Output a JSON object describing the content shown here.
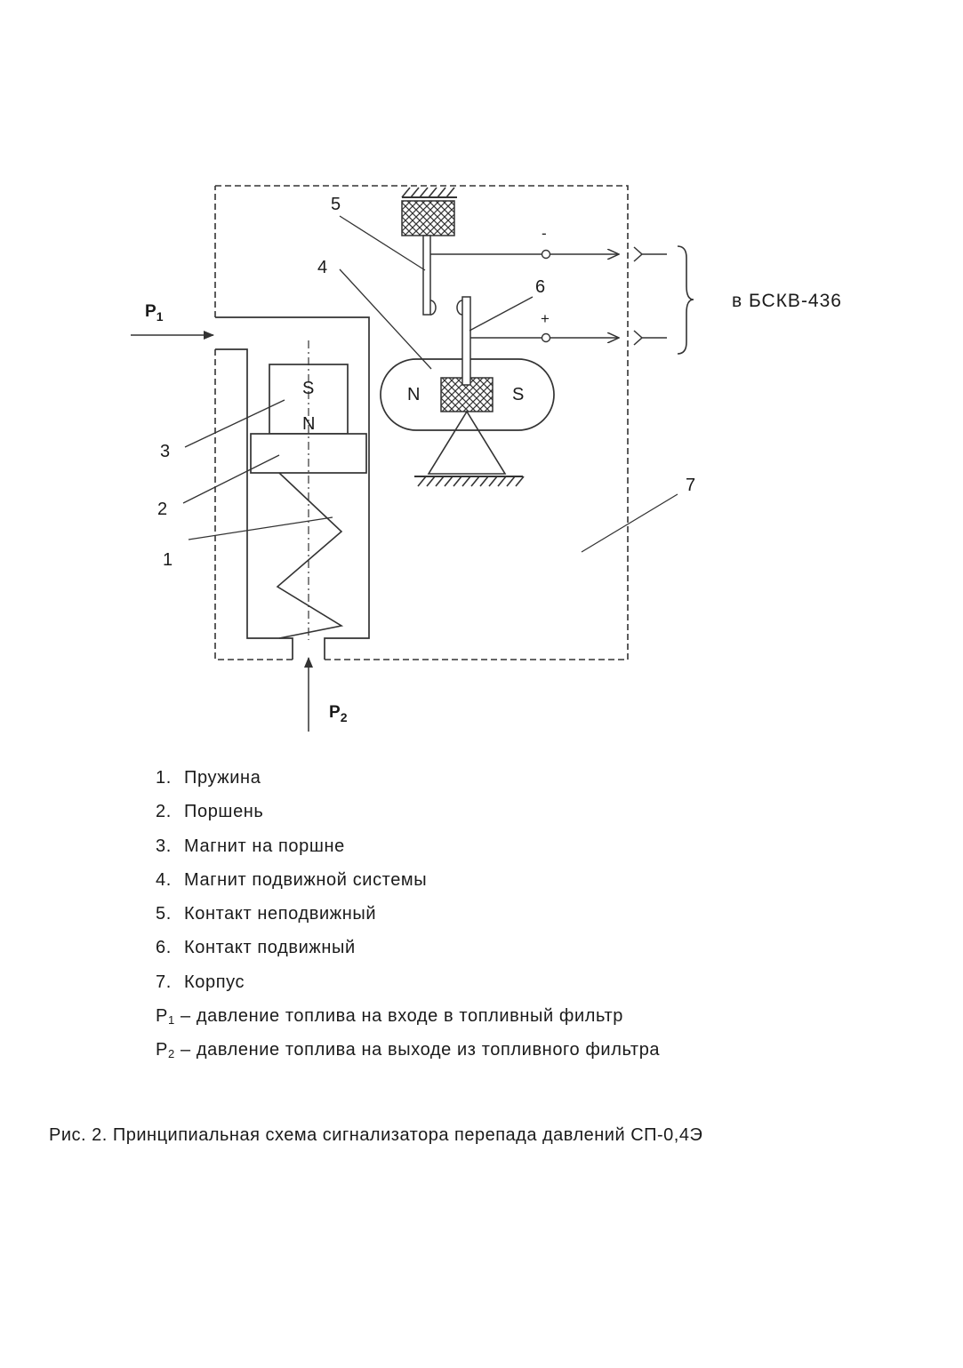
{
  "diagram": {
    "callouts": [
      "1",
      "2",
      "3",
      "4",
      "5",
      "6",
      "7"
    ],
    "p1": {
      "letter": "P",
      "sub": "1"
    },
    "p2": {
      "letter": "P",
      "sub": "2"
    },
    "minus_sign": "-",
    "plus_sign": "+",
    "destination": "в БСКВ-436",
    "piston_magnet": {
      "top_pole": "S",
      "bottom_pole": "N"
    },
    "moving_magnet": {
      "left_pole": "N",
      "right_pole": "S"
    }
  },
  "legend": {
    "items": [
      {
        "num": "1.",
        "text": "Пружина"
      },
      {
        "num": "2.",
        "text": "Поршень"
      },
      {
        "num": "3.",
        "text": "Магнит на поршне"
      },
      {
        "num": "4.",
        "text": "Магнит подвижной системы"
      },
      {
        "num": "5.",
        "text": "Контакт неподвижный"
      },
      {
        "num": "6.",
        "text": "Контакт подвижный"
      },
      {
        "num": "7.",
        "text": "Корпус"
      }
    ],
    "p1": {
      "letter": "P",
      "sub": "1",
      "text": " – давление топлива на входе в топливный фильтр"
    },
    "p2": {
      "letter": "P",
      "sub": "2",
      "text": " – давление топлива на выходе из топливного фильтра"
    }
  },
  "caption": "Рис. 2. Принципиальная схема сигнализатора перепада давлений СП-0,4Э"
}
